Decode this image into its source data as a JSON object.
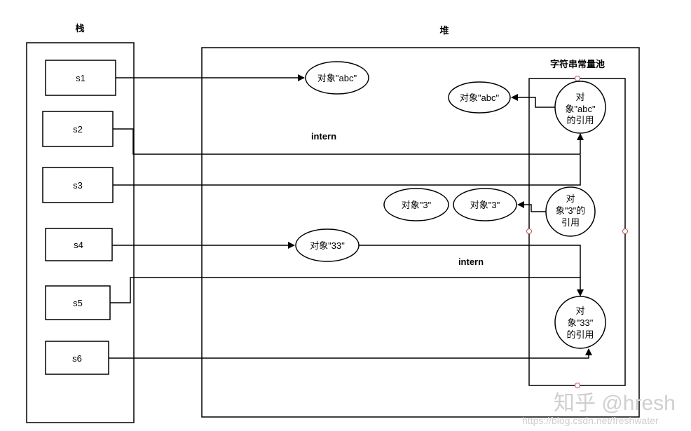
{
  "stack": {
    "title": "栈",
    "vars": [
      "s1",
      "s2",
      "s3",
      "s4",
      "s5",
      "s6"
    ]
  },
  "heap": {
    "title": "堆",
    "objects": {
      "abc_new": "对象\"abc\"",
      "abc": "对象\"abc\"",
      "three_a": "对象\"3\"",
      "three_b": "对象\"3\"",
      "thirtythree": "对象\"33\""
    },
    "intern_1": "intern",
    "intern_2": "intern"
  },
  "pool": {
    "title": "字符串常量池",
    "refs": [
      [
        "对",
        "象\"abc\"",
        "的引用"
      ],
      [
        "对",
        "象\"3\"的",
        "引用"
      ],
      [
        "对",
        "象\"33\"",
        "的引用"
      ]
    ]
  },
  "watermark": {
    "text": "知乎 @hresh",
    "url": "https://blog.csdn.net/freshwater"
  }
}
